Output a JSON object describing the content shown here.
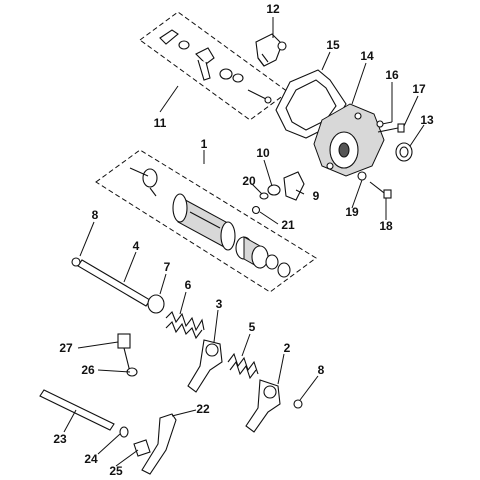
{
  "callouts": {
    "c1": "1",
    "c2": "2",
    "c3": "3",
    "c4": "4",
    "c5": "5",
    "c6": "6",
    "c7": "7",
    "c8a": "8",
    "c8b": "8",
    "c9": "9",
    "c10": "10",
    "c11": "11",
    "c12": "12",
    "c13": "13",
    "c14": "14",
    "c15": "15",
    "c16": "16",
    "c17": "17",
    "c18": "18",
    "c19": "19",
    "c20": "20",
    "c21": "21",
    "c22": "22",
    "c23": "23",
    "c24": "24",
    "c25": "25",
    "c26": "26",
    "c27": "27"
  }
}
